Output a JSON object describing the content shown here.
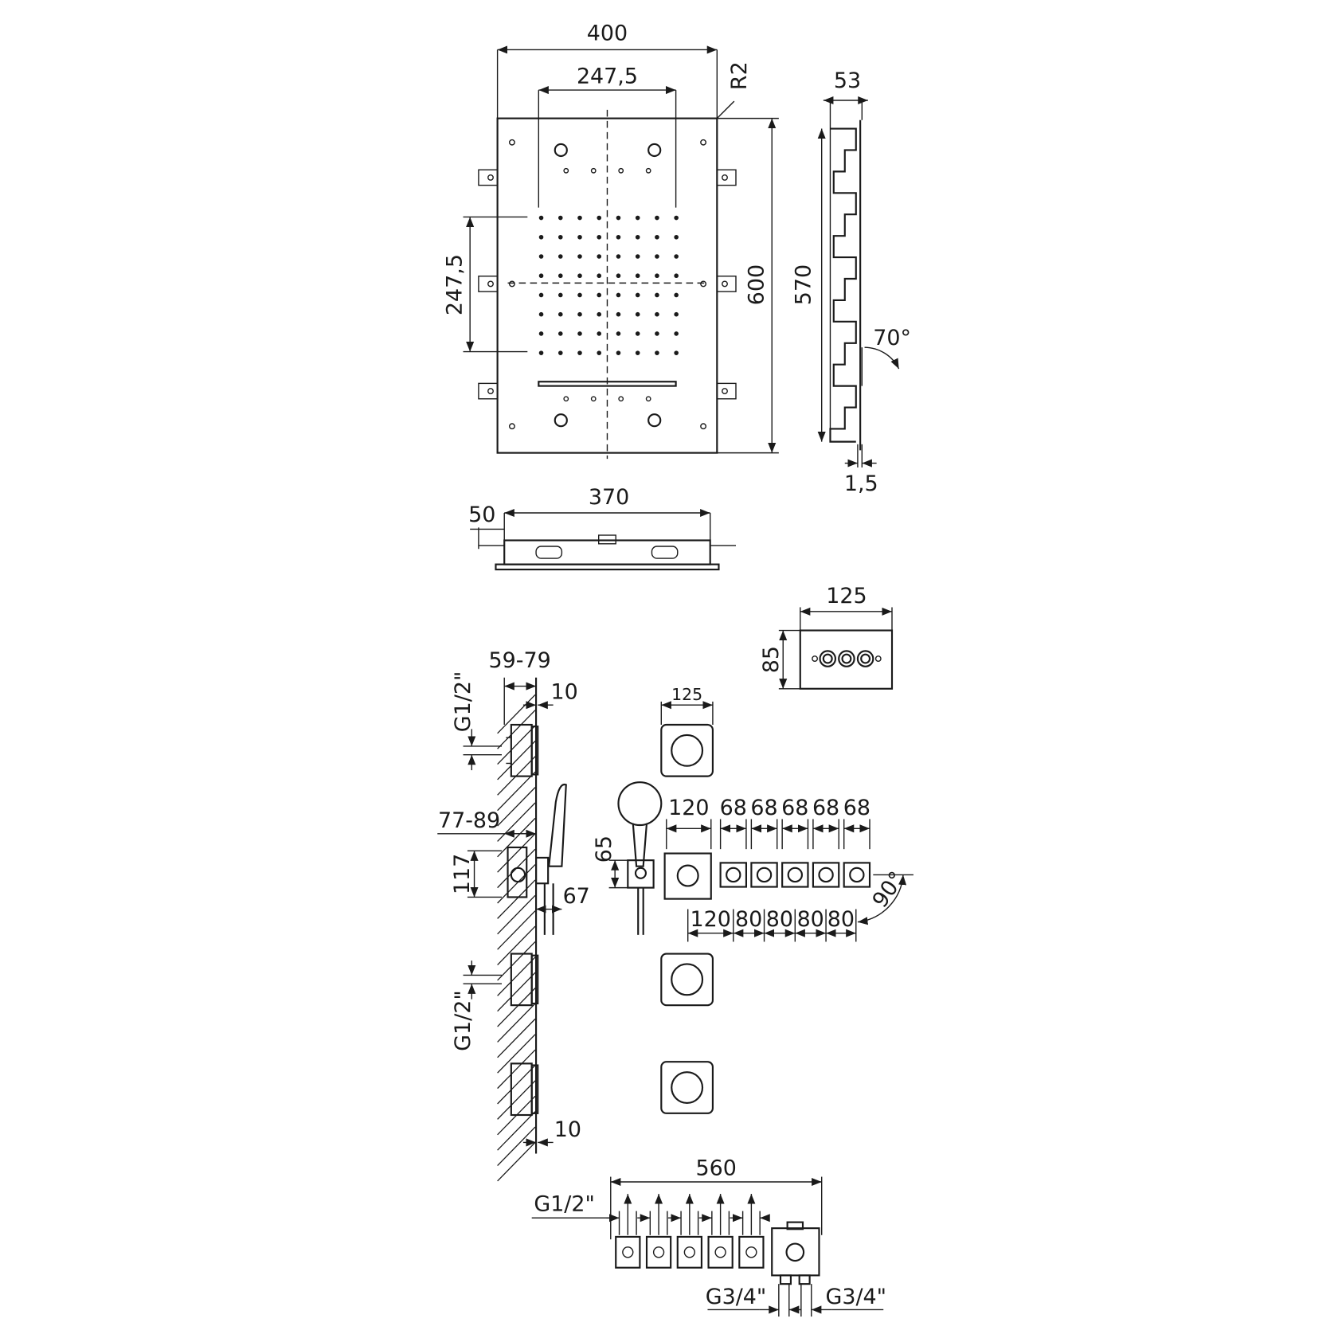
{
  "drawing": {
    "panel_front": {
      "width": "400",
      "inner_width": "247,5",
      "radius": "R2",
      "jet_span": "247,5",
      "height": "600"
    },
    "panel_side": {
      "depth": "53",
      "height": "570",
      "angle": "70°",
      "plate": "1,5"
    },
    "panel_bottom": {
      "offset": "50",
      "width": "370"
    },
    "control_plate": {
      "width": "125",
      "height": "85"
    },
    "wall_section": {
      "depth_range": "59-79",
      "projection_top": "10",
      "thread_top": "G1/2\"",
      "mixer_depth": "77-89",
      "mixer_height": "117",
      "outlet": "67",
      "thread_bottom": "G1/2\"",
      "projection_bottom": "10"
    },
    "body_jet": {
      "size": "125"
    },
    "handshower": {
      "bracket_height": "65"
    },
    "controls": {
      "widths_top": [
        "120",
        "68",
        "68",
        "68",
        "68",
        "68"
      ],
      "spacing_bottom": [
        "120",
        "80",
        "80",
        "80",
        "80"
      ],
      "angle": "90°"
    },
    "manifold": {
      "length": "560",
      "outlet_thread": "G1/2\"",
      "inlet_left": "G3/4\"",
      "inlet_right": "G3/4\""
    }
  },
  "colors": {
    "ink": "#1a1a1a",
    "background": "#ffffff"
  }
}
